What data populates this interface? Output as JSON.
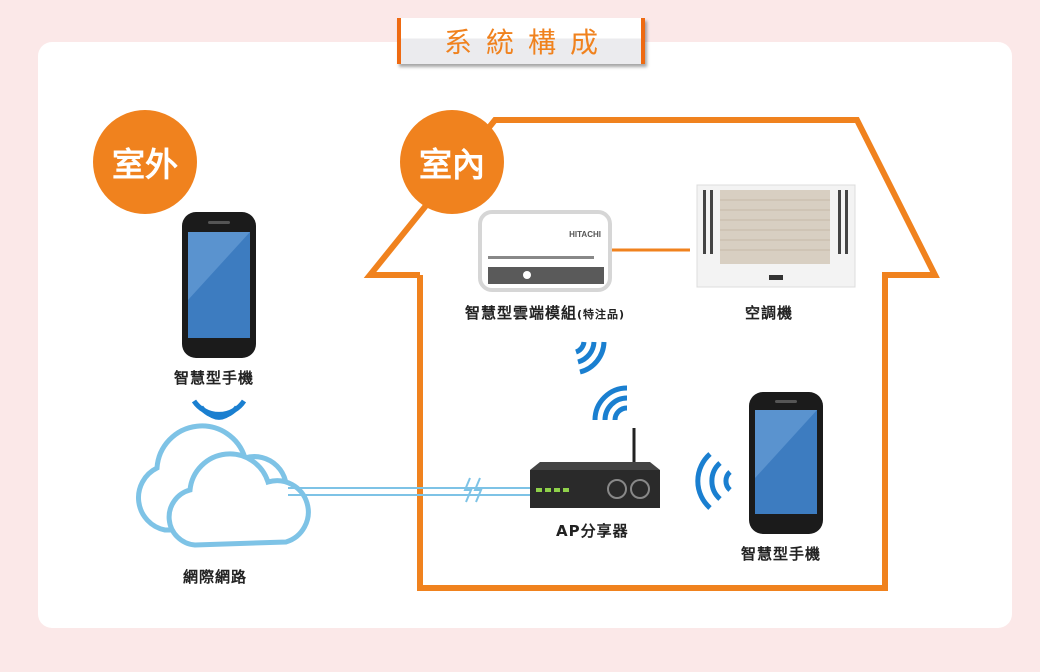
{
  "title": "系統構成",
  "zones": {
    "outdoor": "室外",
    "indoor": "室內"
  },
  "devices": {
    "outdoor_phone": "智慧型手機",
    "internet": "網際網路",
    "cloud_module": "智慧型雲端模組",
    "cloud_module_note": "(特注品)",
    "module_brand": "HITACHI",
    "air_conditioner": "空調機",
    "router": "AP分享器",
    "indoor_phone": "智慧型手機"
  },
  "colors": {
    "accent": "#f0821e",
    "wifi": "#1a7fd0",
    "cloud": "#7ec3e6",
    "background": "#fbe8e8"
  }
}
